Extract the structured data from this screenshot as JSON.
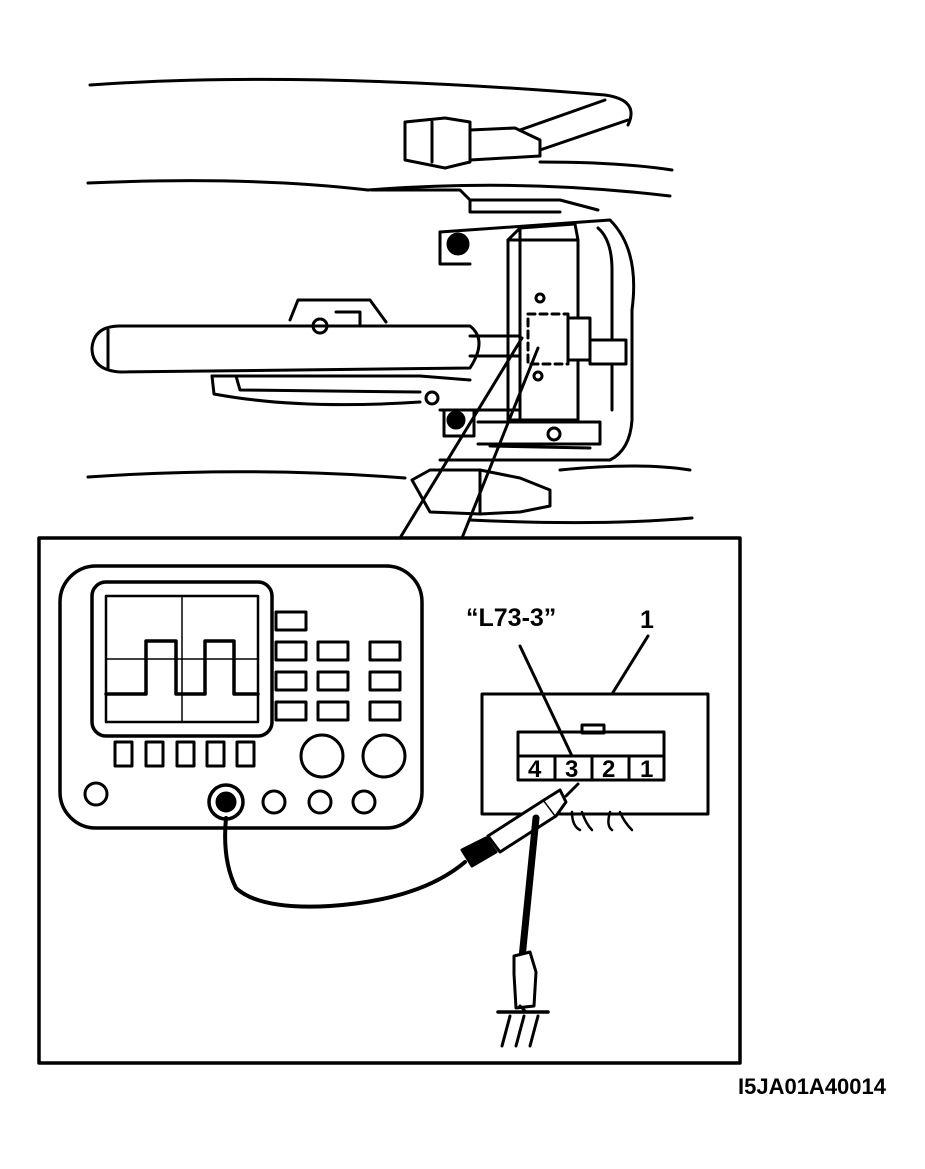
{
  "figure": {
    "code": "I5JA01A40014",
    "callout_terminal": "“L73-3”",
    "callout_item": "1",
    "pins": [
      "4",
      "3",
      "2",
      "1"
    ]
  },
  "icons": {
    "oscilloscope": "oscilloscope-icon",
    "connector": "connector-icon",
    "probe": "probe-icon",
    "ground": "ground-icon",
    "steering-column": "steering-column-icon"
  },
  "colors": {
    "ink": "#000000",
    "paper": "#ffffff"
  }
}
